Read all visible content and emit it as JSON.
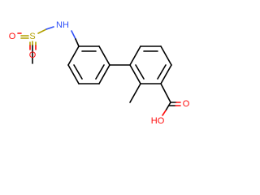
{
  "molecule": {
    "atom_labels": {
      "sulfur": "S",
      "sulfonyl_oxygen_left": "O",
      "sulfonyl_oxygen_bottom": "O",
      "amine": "NH",
      "hydroxyl": "HO",
      "carbonyl_oxygen": "O"
    },
    "element_colors": {
      "carbon": "#000000",
      "oxygen": "#ff0d0d",
      "nitrogen": "#3050f8",
      "sulfur": "#b2a000"
    }
  }
}
